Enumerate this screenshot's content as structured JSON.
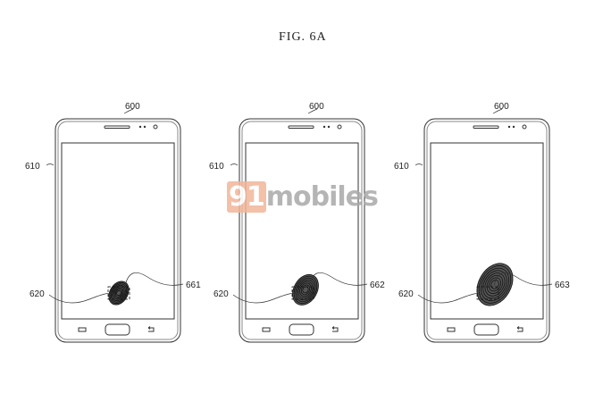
{
  "figure": {
    "title": "FIG. 6A"
  },
  "watermark": {
    "number": "91",
    "text": "mobiles"
  },
  "phones": [
    {
      "device_label": "600",
      "body_label": "610",
      "touch_label": "620",
      "fingerprint_label": "661",
      "fingerprint_size": 1
    },
    {
      "device_label": "600",
      "body_label": "610",
      "touch_label": "620",
      "fingerprint_label": "662",
      "fingerprint_size": 1.3
    },
    {
      "device_label": "600",
      "body_label": "610",
      "touch_label": "620",
      "fingerprint_label": "663",
      "fingerprint_size": 1.8
    }
  ]
}
